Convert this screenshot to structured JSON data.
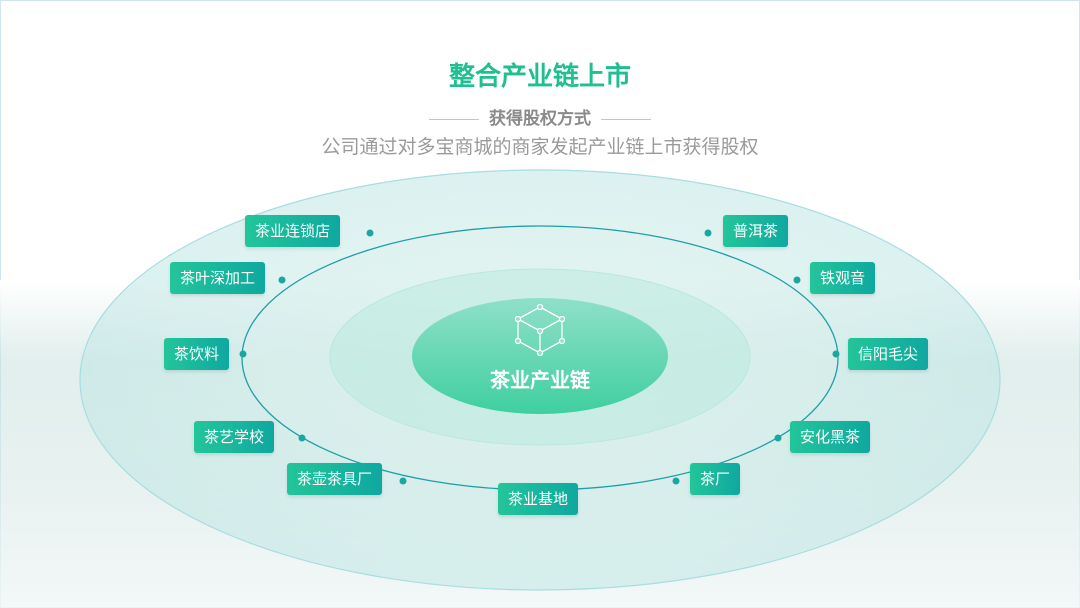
{
  "title": "整合产业链上市",
  "subtitle": "获得股权方式",
  "description": "公司通过对多宝商城的商家发起产业链上市获得股权",
  "center": {
    "label": "茶业产业链",
    "icon": "cube-network-icon"
  },
  "nodes": [
    "茶业连锁店",
    "茶叶深加工",
    "茶饮料",
    "茶艺学校",
    "茶壶茶具厂",
    "茶业基地",
    "茶厂",
    "安化黑茶",
    "信阳毛尖",
    "铁观音",
    "普洱茶"
  ],
  "colors": {
    "accent": "#1fbf8f",
    "tag_start": "#23c59a",
    "tag_end": "#0fa8a0"
  }
}
